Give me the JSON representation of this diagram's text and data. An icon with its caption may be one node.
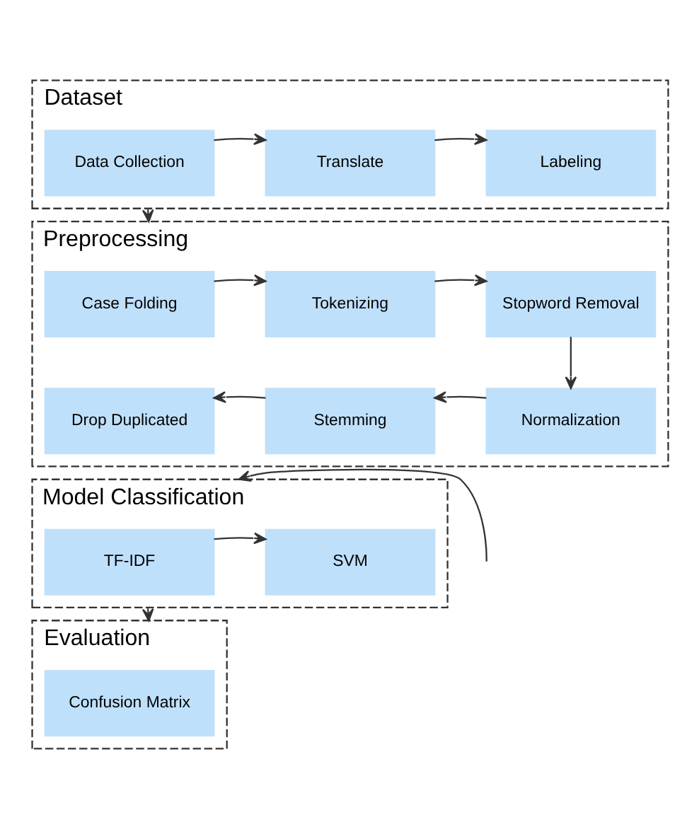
{
  "diagram": {
    "nodes": [
      {
        "text": [
          "Dataset"
        ]
      },
      {
        "text": [
          "Data Collection"
        ],
        "in": 0
      },
      {
        "text": [
          "Translate"
        ],
        "in": 0
      },
      {
        "text": [
          "Labeling"
        ],
        "in": 0
      },
      {
        "text": [
          "Preprocessing"
        ]
      },
      {
        "text": [
          "Case Folding"
        ],
        "in": 4
      },
      {
        "text": [
          "Tokenizing"
        ],
        "in": 4
      },
      {
        "text": [
          "Stopword Removal"
        ],
        "in": 4
      },
      {
        "text": [
          "Drop Duplicated"
        ],
        "in": 4
      },
      {
        "text": [
          "Stemming"
        ],
        "in": 4
      },
      {
        "text": [
          "Normalization"
        ],
        "in": 4
      },
      {
        "text": [
          "Model Classification"
        ]
      },
      {
        "text": [
          "TF-IDF"
        ],
        "in": 11
      },
      {
        "text": [
          "SVM"
        ],
        "in": 11
      },
      {
        "text": [
          "Evaluation"
        ]
      },
      {
        "text": [
          "Confusion Matrix"
        ],
        "in": 14
      }
    ],
    "edges": [
      {
        "from": 0,
        "to": 4,
        "arrow": "to"
      },
      {
        "from": 1,
        "to": 2,
        "arrow": "to"
      },
      {
        "from": 2,
        "to": 3,
        "arrow": "to"
      },
      {
        "from": 5,
        "to": 6,
        "arrow": "to"
      },
      {
        "from": 6,
        "to": 7,
        "arrow": "to"
      },
      {
        "from": 7,
        "to": 10,
        "arrow": "to"
      },
      {
        "from": 10,
        "to": 9,
        "arrow": "to"
      },
      {
        "from": 9,
        "to": 8,
        "arrow": "to"
      },
      {
        "from": 12,
        "to": 13,
        "arrow": "to"
      },
      {
        "from": null,
        "to": 11,
        "arrow": "to"
      },
      {
        "from": 11,
        "to": 14,
        "arrow": "to"
      }
    ]
  }
}
